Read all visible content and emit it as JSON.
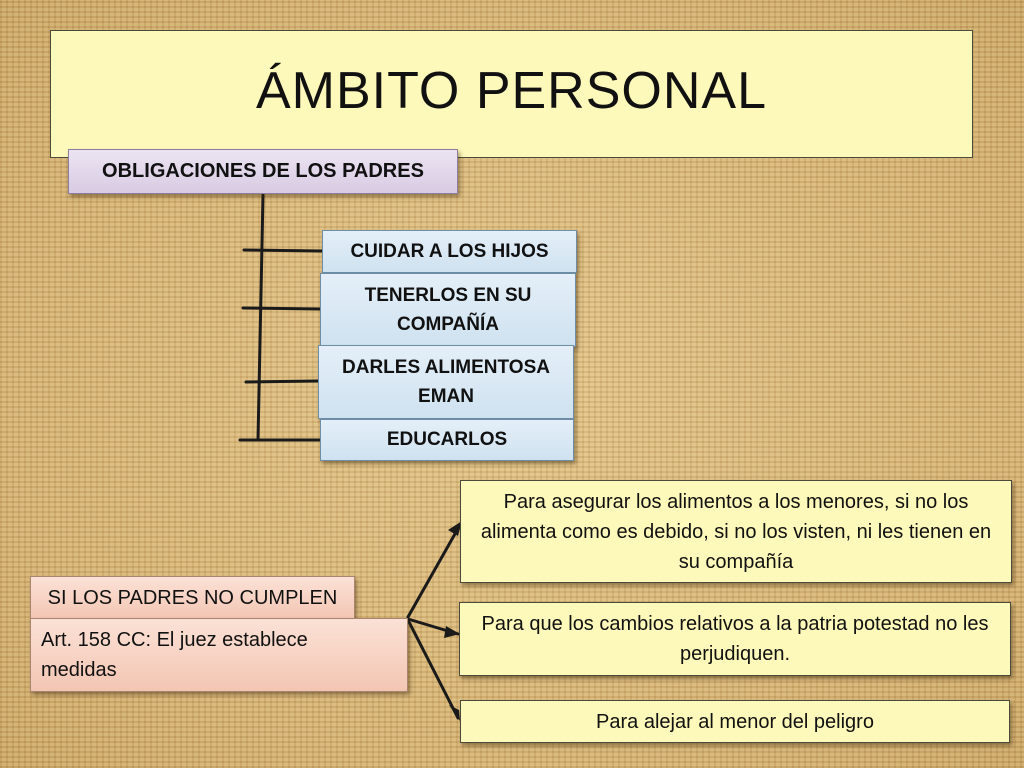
{
  "title": "ÁMBITO PERSONAL",
  "obligations": {
    "heading": "OBLIGACIONES DE LOS PADRES",
    "items": [
      "CUIDAR A LOS HIJOS",
      "TENERLOS EN SU COMPAÑÍA",
      "DARLES ALIMENTOSA EMAN",
      "EDUCARLOS"
    ]
  },
  "noncompliance": {
    "condition": "SI LOS PADRES NO CUMPLEN",
    "article": "Art. 158 CC: El juez establece medidas",
    "purposes": [
      "Para asegurar los alimentos a los menores, si no los alimenta como es debido, si no los visten, ni les tienen en su compañía",
      "Para que los cambios relativos a la patria potestad no les perjudiquen.",
      "Para alejar al menor del peligro"
    ]
  },
  "colors": {
    "title_fill": "#fdf9ba",
    "heading_fill": "#ddd1e8",
    "item_fill": "#d8e8f4",
    "condition_fill": "#f7d3c3",
    "connector": "#1a1a1a"
  }
}
